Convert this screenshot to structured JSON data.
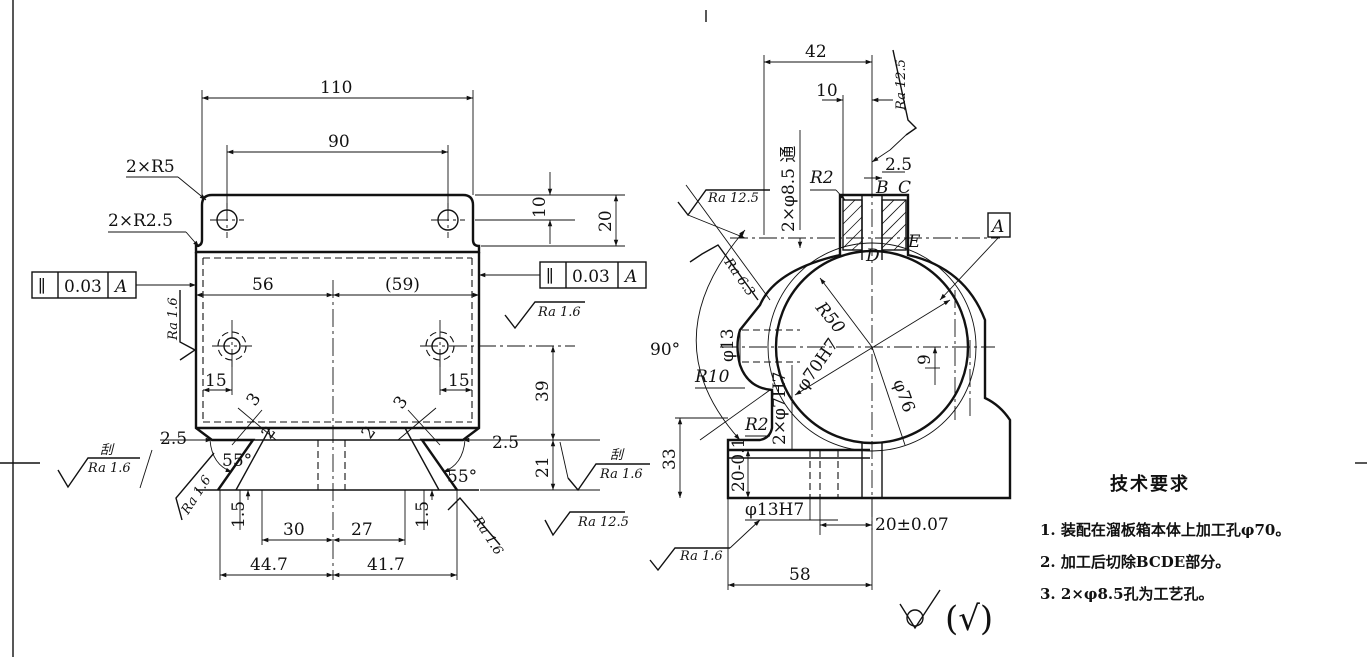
{
  "front_view": {
    "dim_width_total": "110",
    "dim_hole_spacing": "90",
    "dim_radius_corners": "2×R5",
    "dim_radius_small": "2×R2.5",
    "dim_left": "56",
    "dim_right": "(59)",
    "dim_top_10": "10",
    "dim_top_20": "20",
    "dim_39": "39",
    "dim_21": "21",
    "dim_15_left": "15",
    "dim_15_right": "15",
    "dim_25_left": "2.5",
    "dim_25_right": "2.5",
    "dim_3_left": "3",
    "dim_3_right": "3",
    "dim_2_left": "2",
    "dim_2_right": "2",
    "dim_15a": "1.5",
    "dim_15b": "1.5",
    "dim_30": "30",
    "dim_27": "27",
    "dim_447": "44.7",
    "dim_417": "41.7",
    "angle_left": "55°",
    "angle_right": "55°",
    "scrape_left": "刮",
    "scrape_right": "刮"
  },
  "gdt": {
    "symbol": "∥",
    "tolerance": "0.03",
    "datum": "A"
  },
  "roughness": {
    "ra16": "Ra 1.6",
    "ra63": "Ra 6.3",
    "ra125": "Ra 12.5"
  },
  "side_view": {
    "dim_42": "42",
    "dim_10": "10",
    "dim_25": "2.5",
    "hole_note": "2×φ8.5 通",
    "r2_top": "R2",
    "label_b": "B",
    "label_c": "C",
    "label_d": "D",
    "label_e": "E",
    "datum_a": "A",
    "r50": "R50",
    "angle_90": "90°",
    "phi13": "φ13",
    "r10": "R10",
    "phi70": "φ70H7",
    "phi76": "φ76",
    "dim_9": "9",
    "phi7": "2×φ7H7",
    "r2_bottom": "R2",
    "dim_33": "33",
    "dim_20_01": "20-0.1",
    "phi13h7": "φ13H7",
    "dim_20_007": "20±0.07",
    "dim_58": "58"
  },
  "general_roughness": {
    "symbol": "√",
    "paren": "(√)"
  },
  "tech_requirements": {
    "title": "技术要求",
    "items": [
      "1. 装配在溜板箱本体上加工孔φ70。",
      "2. 加工后切除BCDE部分。",
      "3. 2×φ8.5孔为工艺孔。"
    ]
  }
}
